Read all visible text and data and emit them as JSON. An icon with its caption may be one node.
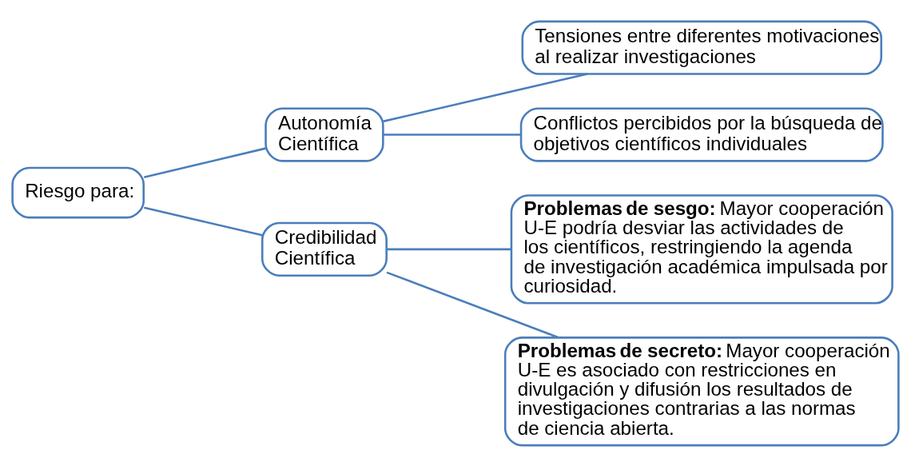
{
  "diagram": {
    "nodes": [
      {
        "text": [
          "Riesgo para:"
        ]
      },
      {
        "text": [
          "Autonomía Científica"
        ]
      },
      {
        "text": [
          "Tensiones entre diferentes motivaciones al realizar investigaciones"
        ]
      },
      {
        "text": [
          "Conflictos percibidos por la búsqueda de objetivos científicos individuales"
        ]
      },
      {
        "text": [
          "Credibilidad Científica"
        ]
      },
      {
        "text": [
          "**Problemas de sesgo:** Mayor cooperación U-E podría desviar las actividades de los científicos, restringiendo la agenda de investigación académica impulsada por curiosidad."
        ]
      },
      {
        "text": [
          "**Problemas de secreto:** Mayor cooperación U-E es asociado con restricciones en divulgación y difusión los resultados de investigaciones contrarias a las normas de ciencia abierta."
        ]
      }
    ],
    "edges": [
      {
        "from": 0,
        "to": 1,
        "arrow": "none"
      },
      {
        "from": 1,
        "to": 2,
        "arrow": "none"
      },
      {
        "from": 1,
        "to": 3,
        "arrow": "none"
      },
      {
        "from": 0,
        "to": 4,
        "arrow": "none"
      },
      {
        "from": 4,
        "to": 5,
        "arrow": "none"
      },
      {
        "from": 4,
        "to": 6,
        "arrow": "none"
      }
    ]
  }
}
